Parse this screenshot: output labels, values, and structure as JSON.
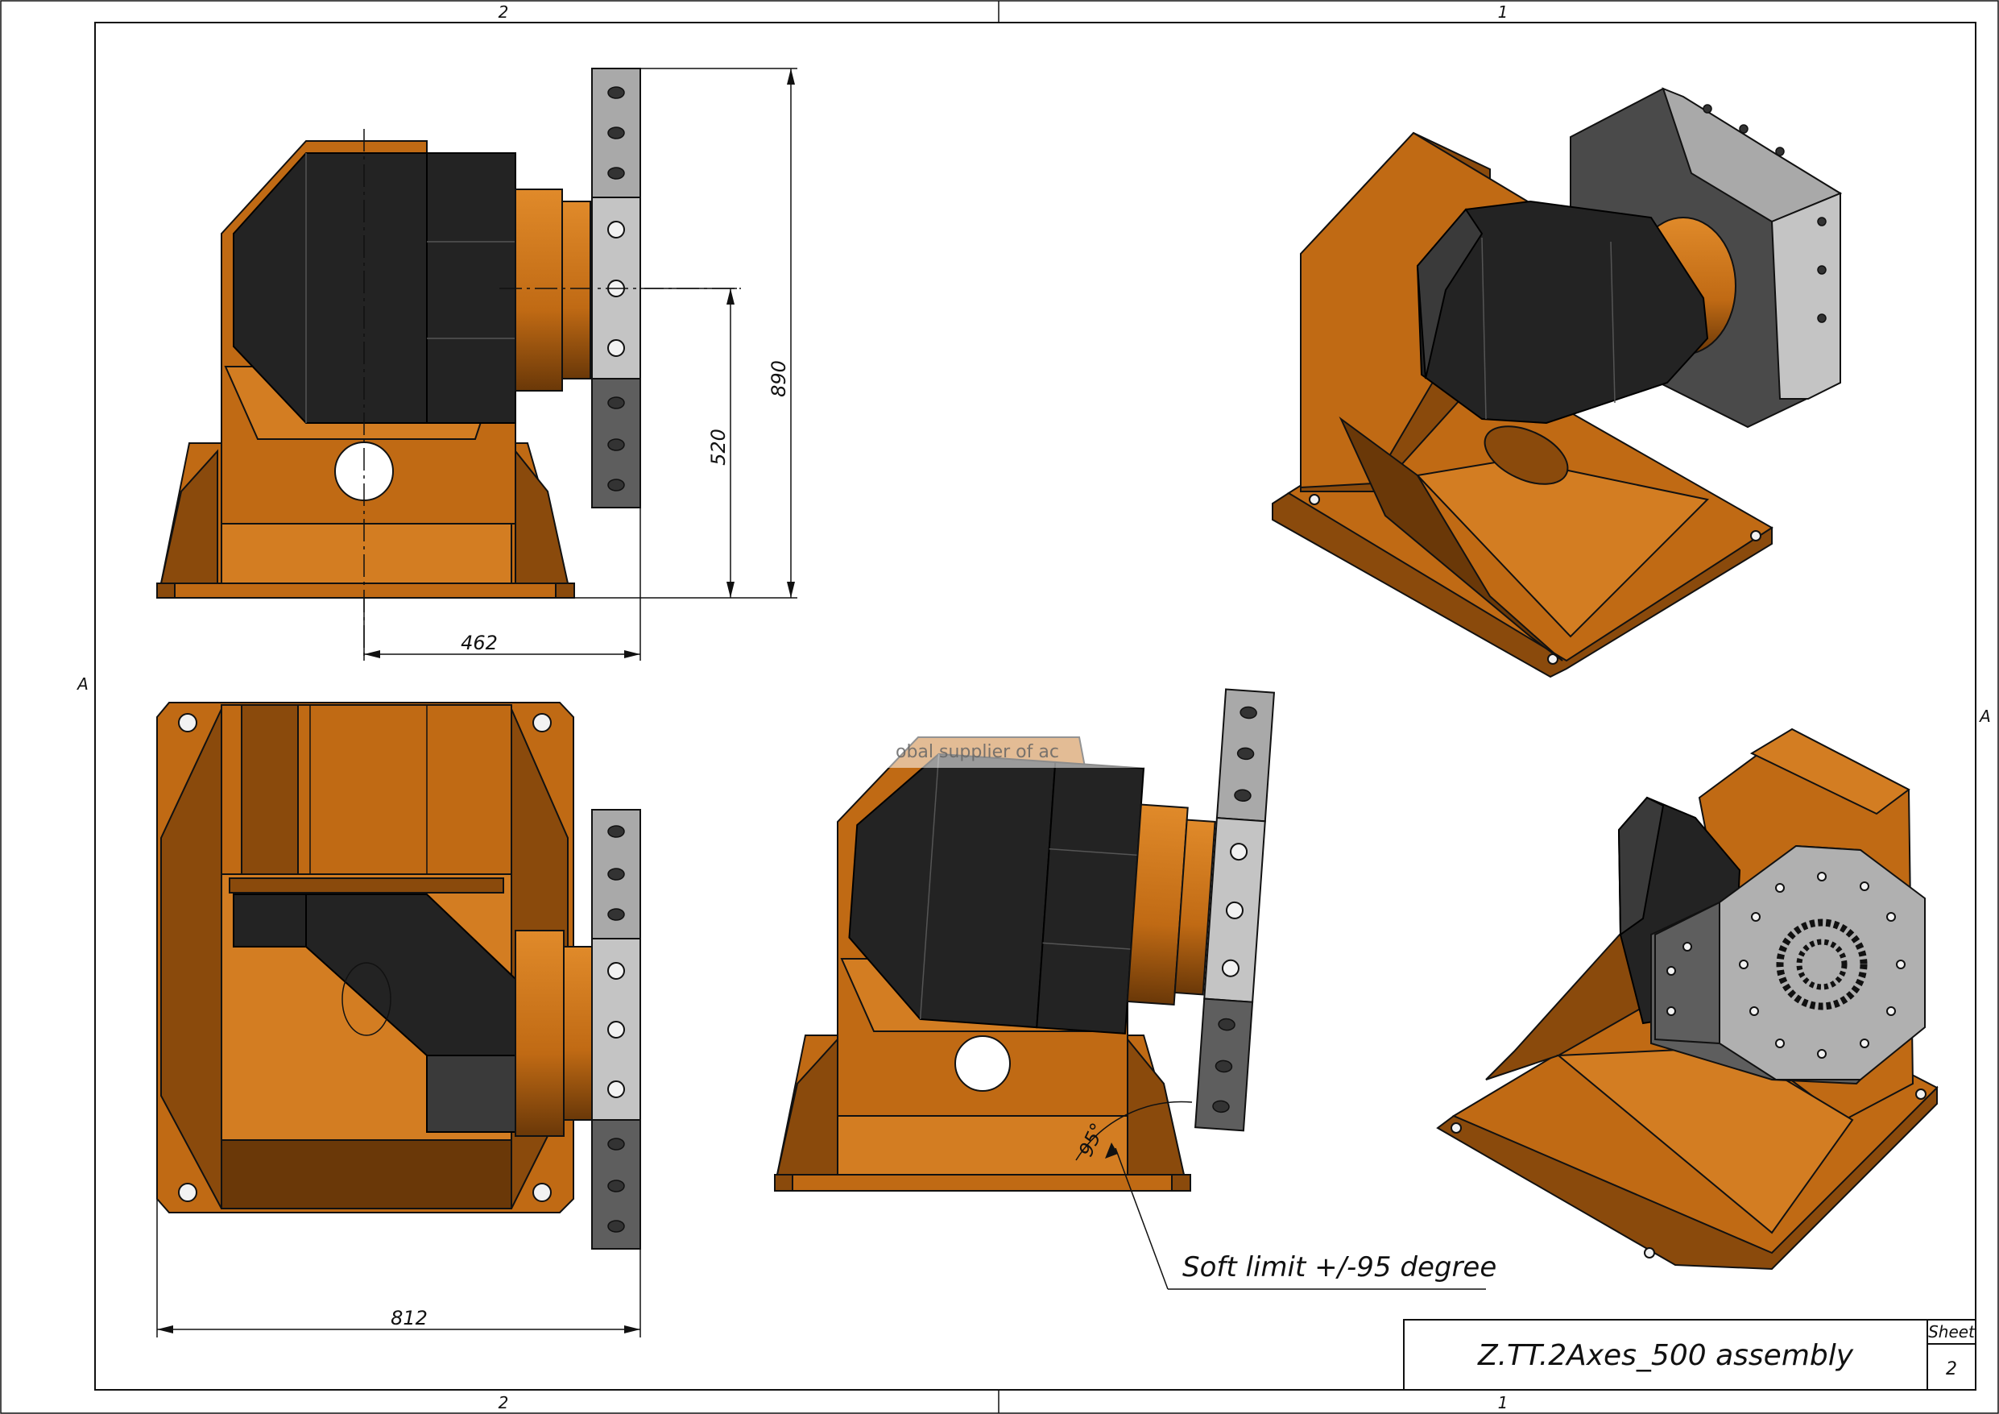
{
  "drawing": {
    "title": "Z.TT.2Axes_500 assembly",
    "sheet_label": "Sheet",
    "sheet_number": "2",
    "annotation": "Soft limit +/-95 degree",
    "watermark": "obal supplier of ac",
    "zones": {
      "top_left": "2",
      "top_right": "1",
      "bottom_left": "2",
      "bottom_right": "1",
      "left": "A",
      "right": "A"
    },
    "dimensions": {
      "overall_height": "890",
      "axis_height": "520",
      "axis_offset": "462",
      "overall_width": "812",
      "tilt_angle": "95°"
    }
  },
  "colors": {
    "body_orange": "#c06a14",
    "motor_black": "#232323",
    "flange_grey": "#a9a9a9",
    "line": "#111111"
  }
}
